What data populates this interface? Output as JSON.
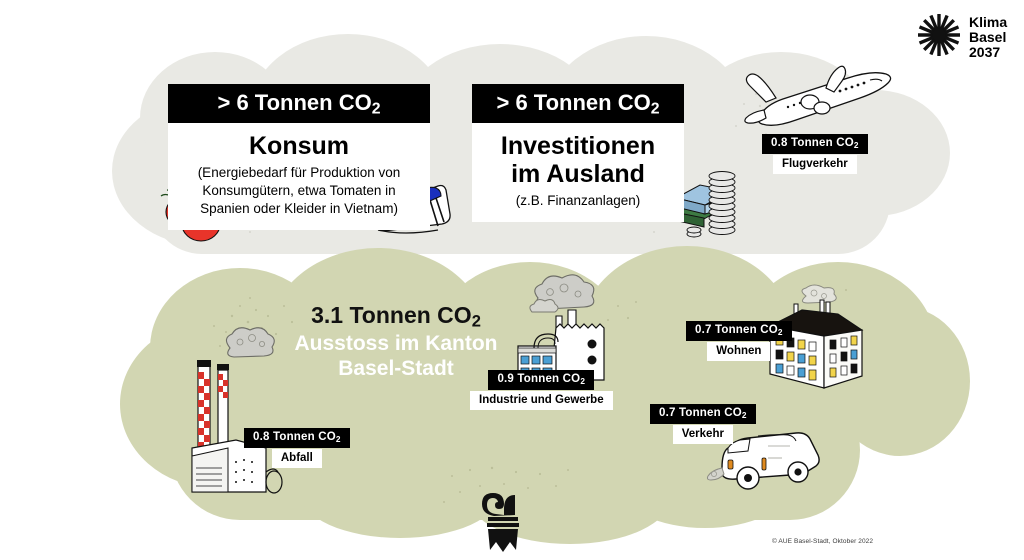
{
  "logo": {
    "line1": "Klima",
    "line2": "Basel",
    "line3": "2037",
    "icon": "starburst-icon"
  },
  "cards": [
    {
      "id": "konsum",
      "header": "> 6 Tonnen CO",
      "header_sub": "2",
      "title": "Konsum",
      "subtitle": "(Energiebedarf für Produktion von Konsumgütern, etwa Tomaten in Spanien oder Kleider in Vietnam)",
      "illustrations": [
        "tomatoes-illustration",
        "sneaker-illustration"
      ]
    },
    {
      "id": "investitionen",
      "header": "> 6 Tonnen CO",
      "header_sub": "2",
      "title": "Investitionen im Ausland",
      "subtitle": "(z.B. Finanzanlagen)",
      "illustrations": [
        "money-stack-illustration"
      ]
    }
  ],
  "canton": {
    "value": "3.1 Tonnen CO",
    "value_sub": "2",
    "label": "Ausstoss im Kanton Basel-Stadt"
  },
  "chips": [
    {
      "id": "flugverkehr",
      "value": "0.8 Tonnen CO",
      "value_sub": "2",
      "name": "Flugverkehr",
      "illustration": "airplane-illustration"
    },
    {
      "id": "wohnen",
      "value": "0.7 Tonnen CO",
      "value_sub": "2",
      "name": "Wohnen",
      "illustration": "house-illustration"
    },
    {
      "id": "industrie",
      "value": "0.9 Tonnen CO",
      "value_sub": "2",
      "name": "Industrie und Gewerbe",
      "illustration": "factory-illustration"
    },
    {
      "id": "verkehr",
      "value": "0.7 Tonnen CO",
      "value_sub": "2",
      "name": "Verkehr",
      "illustration": "van-illustration"
    },
    {
      "id": "abfall",
      "value": "0.8 Tonnen CO",
      "value_sub": "2",
      "name": "Abfall",
      "illustration": "incinerator-illustration"
    }
  ],
  "credit": "© AUE Basel-Stadt, Oktober 2022",
  "colors": {
    "cloud_grey": "#e9e9e4",
    "cloud_green": "#d2d6b2",
    "chip_bg": "#000000",
    "chip_fg": "#ffffff",
    "name_bg": "#ffffff",
    "canton_label": "#ffffff"
  }
}
